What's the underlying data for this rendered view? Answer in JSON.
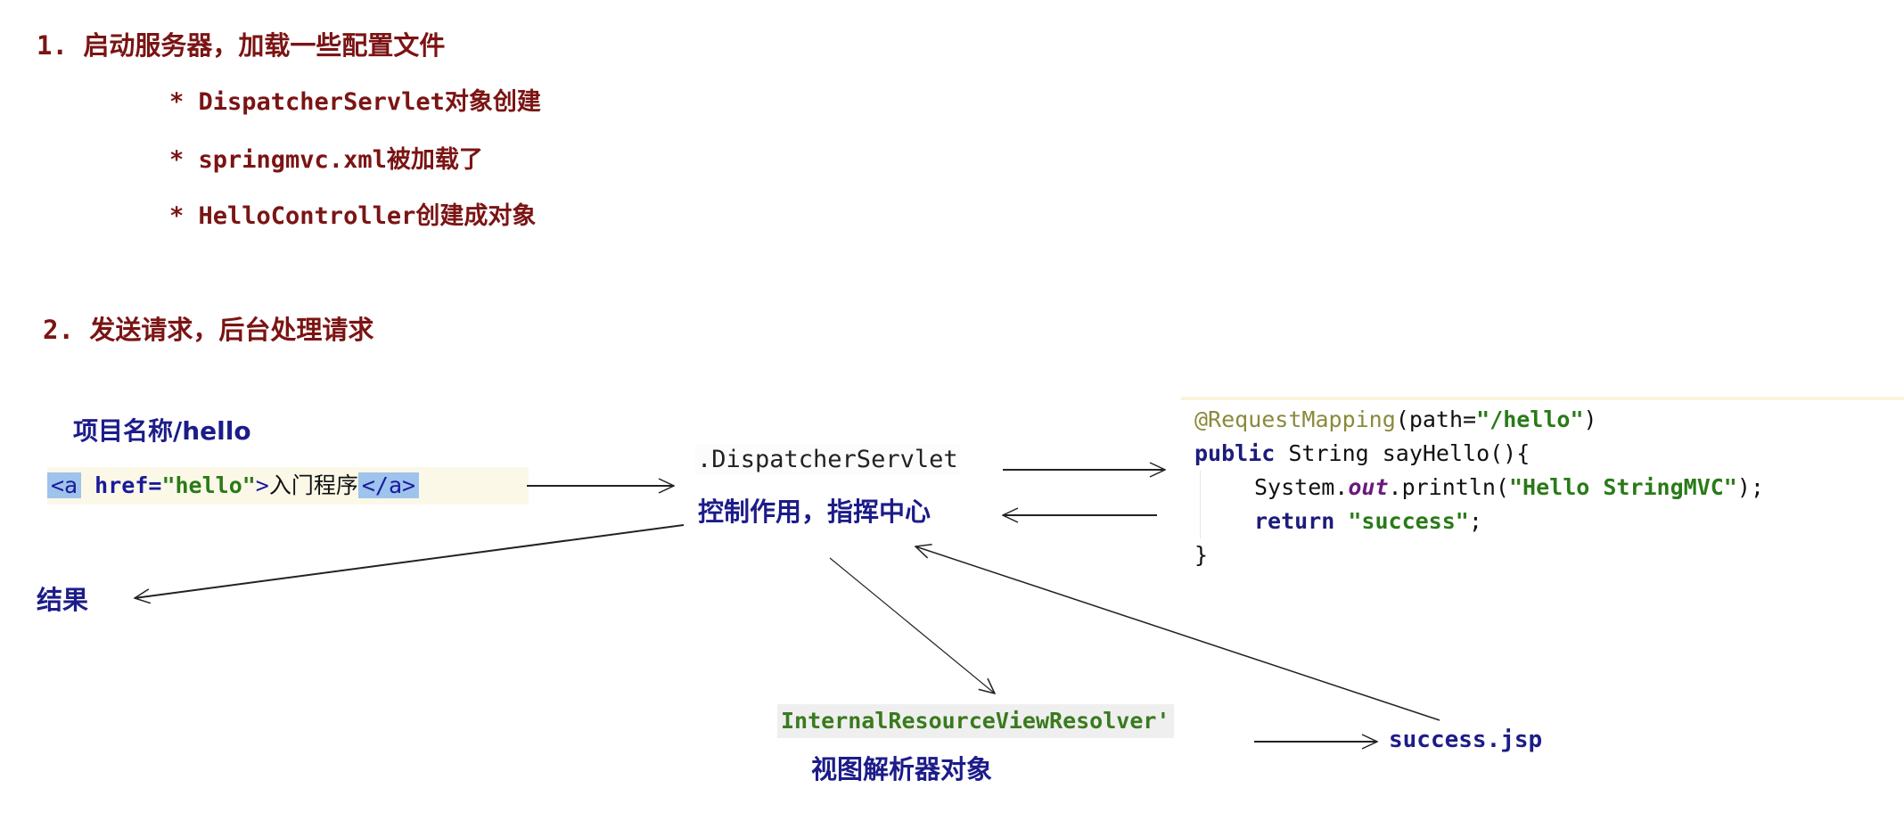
{
  "step1": {
    "title": "1. 启动服务器，加载一些配置文件",
    "bullets": [
      "* DispatcherServlet对象创建",
      "* springmvc.xml被加载了",
      "* HelloController创建成对象"
    ]
  },
  "step2": {
    "title": "2. 发送请求，后台处理请求",
    "project_path": "项目名称/hello",
    "link_code": {
      "open": "<a",
      "attr": "href=",
      "value": "\"hello\"",
      "close_bracket": ">",
      "text": "入门程序",
      "end_tag": "</a>"
    },
    "dispatcher": ".DispatcherServlet",
    "dispatcher_desc": "控制作用，指挥中心",
    "result": "结果",
    "controller_code": {
      "annotation": "@RequestMapping",
      "annotation_args_pre": "(path=",
      "annotation_path": "\"/hello\"",
      "annotation_args_post": ")",
      "signature_kw": "public",
      "signature_rest": " String sayHello(){",
      "println_pre": "System.",
      "println_field": "out",
      "println_mid": ".println(",
      "println_str": "\"Hello StringMVC\"",
      "println_post": ");",
      "return_kw": "return",
      "return_str": "\"success\"",
      "return_post": ";",
      "close": "}"
    },
    "view_resolver": "InternalResourceViewResolver'",
    "view_resolver_desc": "视图解析器对象",
    "view": "success.jsp"
  }
}
